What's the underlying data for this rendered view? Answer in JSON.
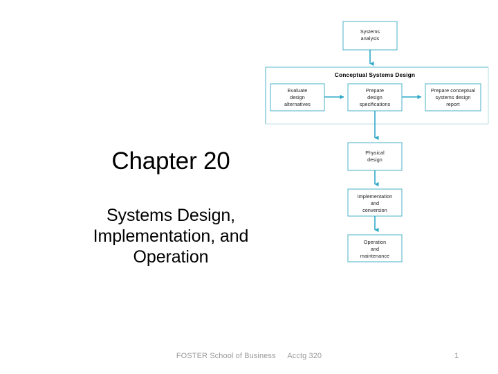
{
  "slide": {
    "background_color": "#ffffff",
    "title": "Chapter 20",
    "subtitle_lines": [
      "Systems Design,",
      "Implementation, and",
      "Operation"
    ],
    "footer": {
      "organization": "FOSTER School of Business",
      "course": "Acctg 320",
      "page_number": "1",
      "text_color": "#9a9a9a"
    }
  },
  "diagram": {
    "name": "systems-development-life-cycle-flowchart",
    "accent_color": "#2fa8c8",
    "box_border_color": "#5ab8cc",
    "group_faint_border_color": "#bcdfe8",
    "group": {
      "label": "Conceptual Systems Design"
    },
    "nodes": {
      "systems_analysis": "Systems\nanalysis",
      "systems_analysis_lines": [
        "Systems",
        "analysis"
      ],
      "evaluate_design_alternatives_lines": [
        "Evaluate",
        "design",
        "alternatives"
      ],
      "prepare_design_specifications_lines": [
        "Prepare",
        "design",
        "specifications"
      ],
      "prepare_conceptual_report_lines": [
        "Prepare conceptual",
        "systems design",
        "report"
      ],
      "physical_design_lines": [
        "Physical",
        "design"
      ],
      "implementation_and_conversion_lines": [
        "Implementation",
        "and",
        "conversion"
      ],
      "operation_and_maintenance_lines": [
        "Operation",
        "and",
        "maintenance"
      ]
    }
  }
}
